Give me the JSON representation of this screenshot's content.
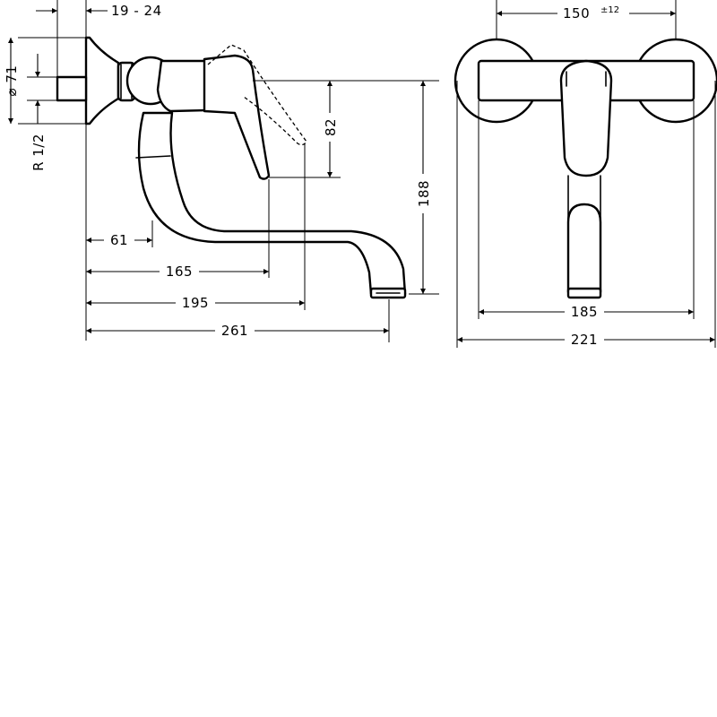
{
  "dimensions": {
    "wall_offset": "19 - 24",
    "flange_diameter": "⌀ 71",
    "connection_thread": "R 1/2",
    "spout_height": "82",
    "total_height": "188",
    "wall_to_body": "61",
    "lever_reach": "165",
    "lever_max_reach": "195",
    "spout_reach": "261",
    "centres": "150",
    "centres_tolerance": "±12",
    "body_width": "185",
    "total_width": "221"
  }
}
